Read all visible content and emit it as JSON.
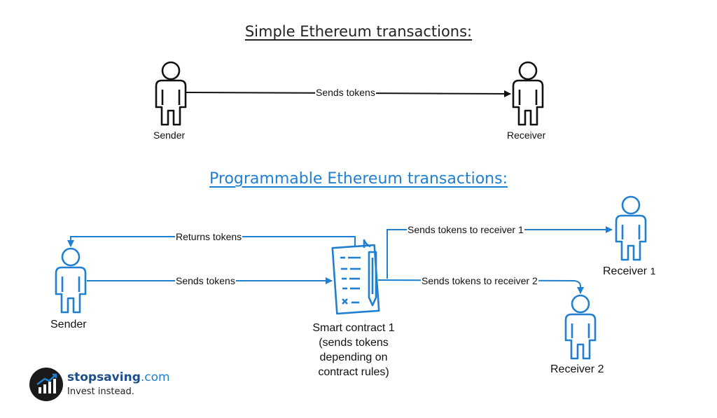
{
  "simple": {
    "title": "Simple Ethereum transactions:",
    "sender": "Sender",
    "receiver": "Receiver",
    "arrow": "Sends tokens"
  },
  "programmable": {
    "title": "Programmable Ethereum transactions:",
    "sender": "Sender",
    "returns": "Returns tokens",
    "sends": "Sends tokens",
    "to_receiver_1": "Sends tokens to receiver 1",
    "to_receiver_2": "Sends tokens to receiver 2",
    "receiver_1_name": "Receiver",
    "receiver_1_num": "1",
    "receiver_2": "Receiver 2",
    "contract": {
      "line1": "Smart contract 1",
      "line2": "(sends tokens",
      "line3": "depending on",
      "line4": "contract rules)"
    }
  },
  "logo": {
    "brand_bold": "stopsaving",
    "brand_tld": ".com",
    "tagline": "Invest instead."
  },
  "colors": {
    "black": "#111111",
    "blue": "#1f7fd1",
    "logo_bg": "#1a1a1a"
  }
}
